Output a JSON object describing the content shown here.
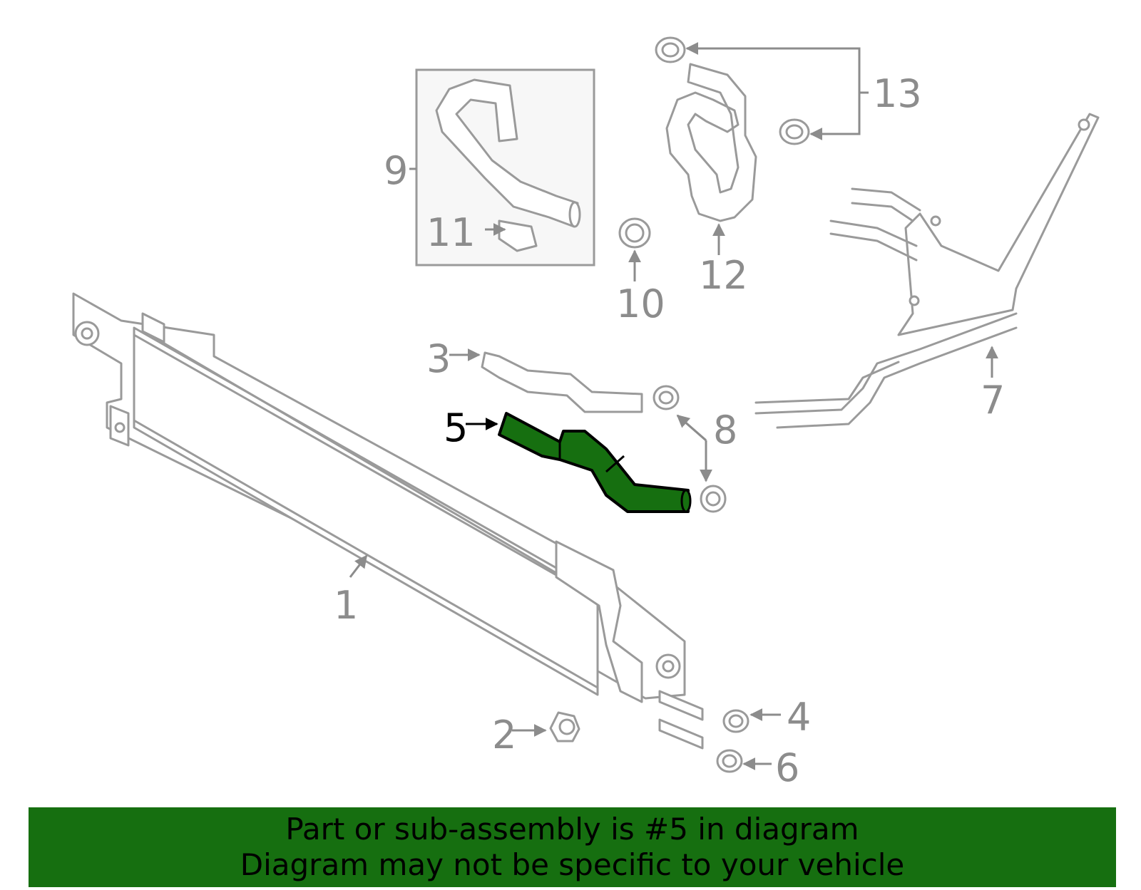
{
  "diagram": {
    "highlighted_part": "5",
    "colors": {
      "highlight": "#166f10",
      "outline": "#9a9a9a",
      "label": "#8c8c8c",
      "active_label": "#000000"
    },
    "callouts": {
      "c1": "1",
      "c2": "2",
      "c3": "3",
      "c4": "4",
      "c5": "5",
      "c6": "6",
      "c7": "7",
      "c8": "8",
      "c9": "9",
      "c10": "10",
      "c11": "11",
      "c12": "12",
      "c13": "13"
    }
  },
  "banner": {
    "line1": "Part or sub-assembly is #5 in diagram",
    "line2": "Diagram may not be specific to your vehicle",
    "background": "#166f10"
  }
}
